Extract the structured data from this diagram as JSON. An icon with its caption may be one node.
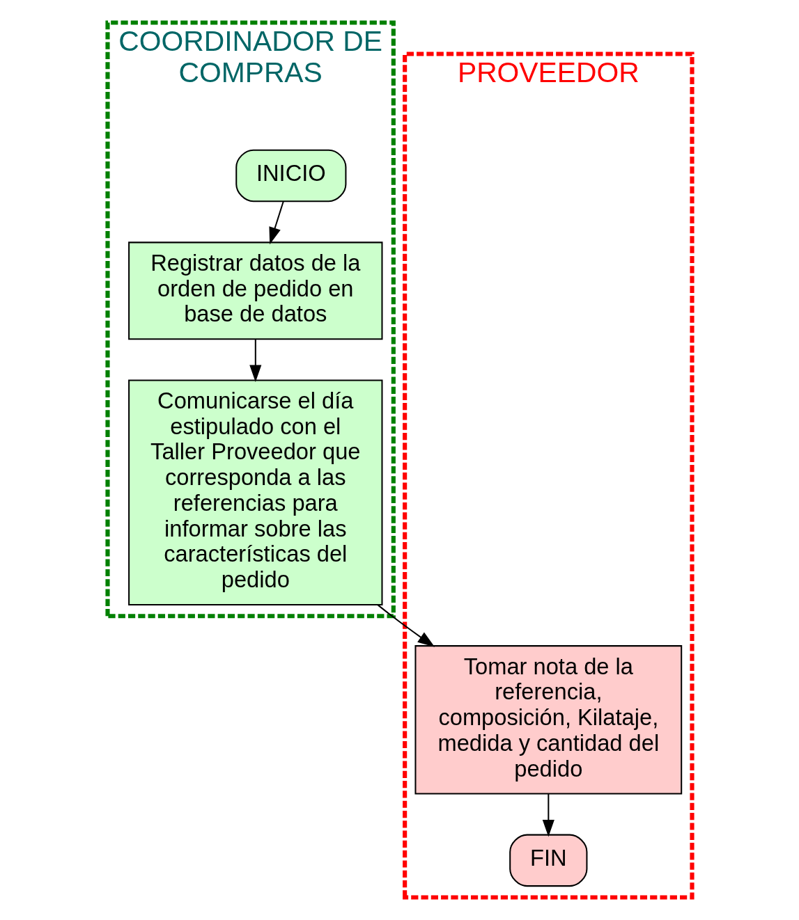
{
  "diagram": {
    "nodes": [
      {
        "text": [
          "COORDINADOR DE COMPRAS"
        ]
      },
      {
        "text": [
          "PROVEEDOR"
        ]
      },
      {
        "text": [
          "INICIO"
        ],
        "in": 0
      },
      {
        "text": [
          "Registrar datos de la orden de pedido en base de datos"
        ],
        "in": 0
      },
      {
        "text": [
          "Comunicarse el día estipulado con el Taller Proveedor que corresponda a las referencias para informar sobre las características del pedido"
        ],
        "in": 0
      },
      {
        "text": [
          "Tomar nota de la referencia, composición, Kilataje, medida y cantidad del pedido"
        ],
        "in": 1
      },
      {
        "text": [
          "FIN"
        ],
        "in": 1
      }
    ],
    "edges": [
      {
        "from": 2,
        "to": 3,
        "arrow": "to"
      },
      {
        "from": 3,
        "to": 4,
        "arrow": "to"
      },
      {
        "from": 4,
        "to": 5,
        "arrow": "to"
      },
      {
        "from": 5,
        "to": 6,
        "arrow": "to"
      }
    ]
  }
}
